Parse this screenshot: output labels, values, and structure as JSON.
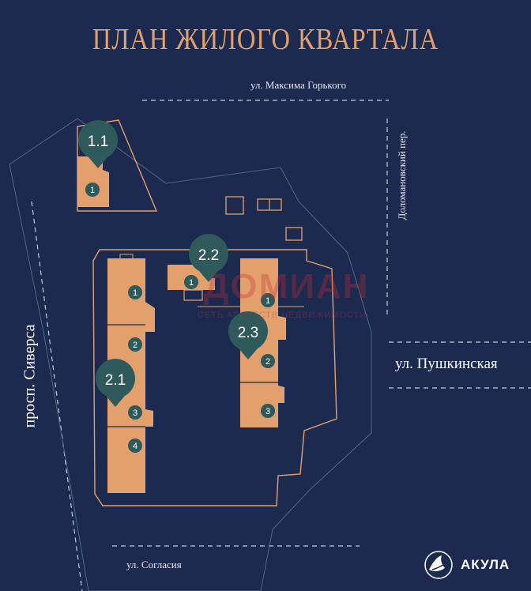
{
  "map": {
    "title": "ПЛАН ЖИЛОГО КВАРТАЛА",
    "streets": {
      "north": "ул. Максима Горького",
      "east_lane": "Доломановский пер.",
      "east": "ул. Пушкинская",
      "west": "просп. Сиверса",
      "south": "ул. Согласия"
    },
    "buildings": [
      {
        "id": "1.1",
        "sections": [
          "1"
        ]
      },
      {
        "id": "2.1",
        "sections": [
          "1",
          "2",
          "3",
          "4"
        ]
      },
      {
        "id": "2.2",
        "sections": [
          "1"
        ]
      },
      {
        "id": "2.3",
        "sections": [
          "1",
          "2",
          "3"
        ]
      }
    ],
    "watermark": {
      "name": "ДОМИАН",
      "tagline": "СЕТЬ АГЕНТСТВ НЕДВИЖИМОСТИ"
    },
    "brand": {
      "name": "АКУЛА",
      "icon": "shark-logo-icon"
    },
    "colors": {
      "background": "#1d2a4f",
      "building": "#e3a06d",
      "outline": "#e3a06d",
      "pin": "#2f5a5c",
      "title": "#e3a06d"
    }
  }
}
